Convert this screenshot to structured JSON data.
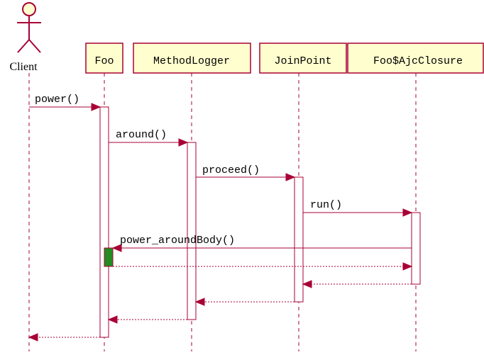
{
  "colors": {
    "line": "#A80036",
    "box_fill": "#FEFECE",
    "activation_fill": "#FFFFFF",
    "highlight_fill": "#228B22"
  },
  "actor": {
    "label": "Client",
    "icon": "stick-figure-actor-icon"
  },
  "participants": [
    {
      "id": "foo",
      "label": "Foo"
    },
    {
      "id": "methodlogger",
      "label": "MethodLogger"
    },
    {
      "id": "joinpoint",
      "label": "JoinPoint"
    },
    {
      "id": "ajcclosure",
      "label": "Foo$AjcClosure"
    }
  ],
  "messages": [
    {
      "label": "power()",
      "from": "client",
      "to": "foo",
      "type": "call"
    },
    {
      "label": "around()",
      "from": "foo",
      "to": "methodlogger",
      "type": "call"
    },
    {
      "label": "proceed()",
      "from": "methodlogger",
      "to": "joinpoint",
      "type": "call"
    },
    {
      "label": "run()",
      "from": "joinpoint",
      "to": "ajcclosure",
      "type": "call"
    },
    {
      "label": "power_aroundBody()",
      "from": "ajcclosure",
      "to": "foo",
      "type": "call"
    },
    {
      "label": "",
      "from": "foo",
      "to": "ajcclosure",
      "type": "return"
    },
    {
      "label": "",
      "from": "ajcclosure",
      "to": "joinpoint",
      "type": "return"
    },
    {
      "label": "",
      "from": "joinpoint",
      "to": "methodlogger",
      "type": "return"
    },
    {
      "label": "",
      "from": "methodlogger",
      "to": "foo",
      "type": "return"
    },
    {
      "label": "",
      "from": "foo",
      "to": "client",
      "type": "return"
    }
  ]
}
